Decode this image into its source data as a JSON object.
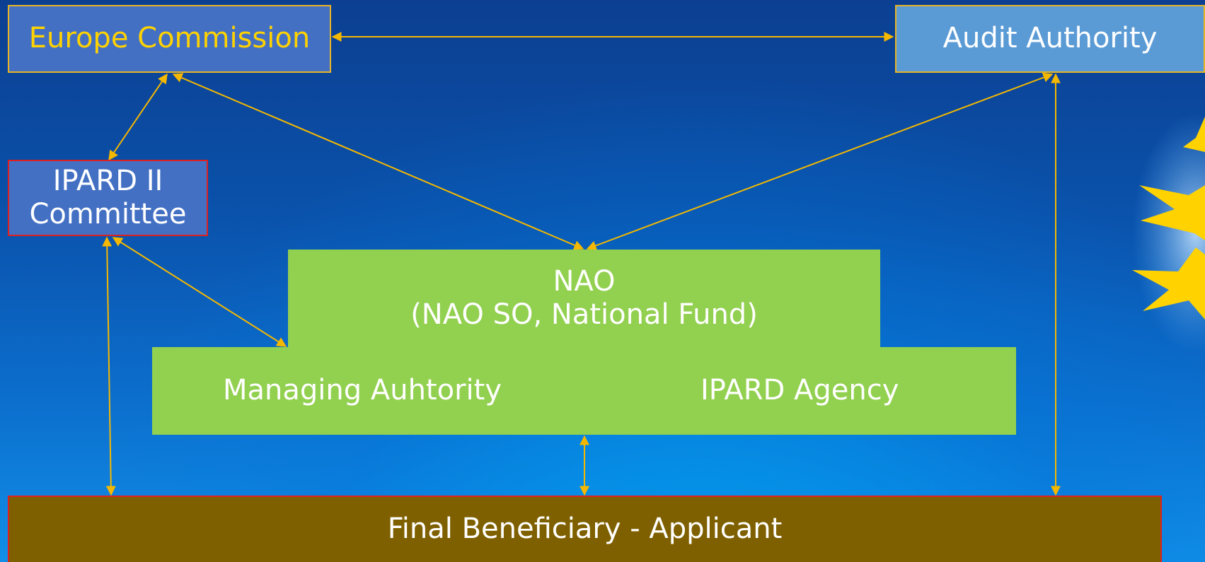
{
  "nodes": {
    "europe_commission": "Europe Commission",
    "audit_authority": "Audit Authority",
    "ipard_committee": [
      "IPARD II",
      "Committee"
    ],
    "nao": [
      "NAO",
      "(NAO SO, National Fund)"
    ],
    "managing_authority": "Managing Auhtority",
    "ipard_agency": "IPARD Agency",
    "final_beneficiary": "Final Beneficiary - Applicant"
  },
  "edges": [
    {
      "from": "europe_commission",
      "to": "audit_authority",
      "direction": "both"
    },
    {
      "from": "europe_commission",
      "to": "ipard_committee",
      "direction": "both"
    },
    {
      "from": "europe_commission",
      "to": "nao",
      "direction": "both"
    },
    {
      "from": "audit_authority",
      "to": "nao",
      "direction": "both"
    },
    {
      "from": "ipard_committee",
      "to": "managing_authority",
      "direction": "both"
    },
    {
      "from": "ipard_committee",
      "to": "final_beneficiary",
      "direction": "both"
    },
    {
      "from": "managing_authority",
      "to": "final_beneficiary",
      "direction": "both"
    },
    {
      "from": "audit_authority",
      "to": "final_beneficiary",
      "direction": "both"
    }
  ],
  "colors": {
    "arrow": "#f5b800",
    "star": "#ffd200"
  }
}
